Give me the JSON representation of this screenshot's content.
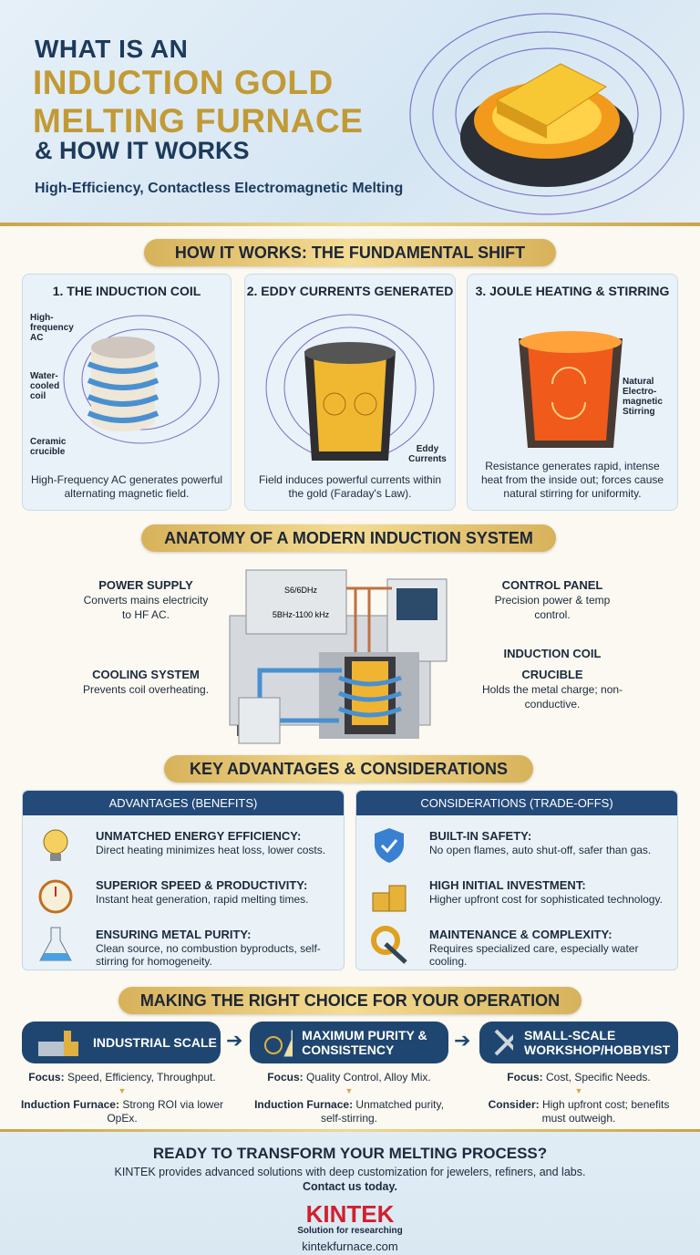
{
  "header": {
    "line1": "WHAT IS AN",
    "line2": "INDUCTION GOLD",
    "line3": "MELTING FURNACE",
    "line4": "& HOW IT WORKS",
    "subtitle": "High-Efficiency, Contactless Electromagnetic Melting"
  },
  "how_it_works": {
    "title": "HOW IT WORKS: THE FUNDAMENTAL SHIFT",
    "cards": [
      {
        "title": "1. THE INDUCTION COIL",
        "labels": [
          "High-frequency AC",
          "Water-cooled coil",
          "Ceramic crucible"
        ],
        "text": "High-Frequency AC generates powerful alternating magnetic field."
      },
      {
        "title": "2. EDDY CURRENTS GENERATED",
        "labels": [
          "Eddy Currents"
        ],
        "text": "Field induces powerful currents within the gold (Faraday's Law)."
      },
      {
        "title": "3. JOULE HEATING & STIRRING",
        "labels": [
          "Natural Electro-magnetic Stirring"
        ],
        "text": "Resistance generates rapid, intense heat from the inside out; forces cause natural stirring for uniformity."
      }
    ]
  },
  "anatomy": {
    "title": "ANATOMY OF A MODERN INDUCTION SYSTEM",
    "power_display": [
      "S6/6DHz",
      "5BHz-1100 kHz"
    ],
    "parts": [
      {
        "name": "POWER SUPPLY",
        "desc": "Converts mains electricity to HF AC."
      },
      {
        "name": "COOLING SYSTEM",
        "desc": "Prevents coil overheating."
      },
      {
        "name": "CONTROL PANEL",
        "desc": "Precision power & temp control."
      },
      {
        "name": "INDUCTION COIL",
        "desc": ""
      },
      {
        "name": "CRUCIBLE",
        "desc": "Holds the metal charge; non-conductive."
      }
    ]
  },
  "advantages": {
    "title": "KEY ADVANTAGES & CONSIDERATIONS",
    "left": {
      "heading": "ADVANTAGES (BENEFITS)",
      "items": [
        {
          "icon": "lightbulb-gear-icon",
          "title": "UNMATCHED ENERGY EFFICIENCY:",
          "text": "Direct heating minimizes heat loss, lower costs."
        },
        {
          "icon": "stopwatch-icon",
          "title": "SUPERIOR SPEED & PRODUCTIVITY:",
          "text": "Instant heat generation, rapid melting times."
        },
        {
          "icon": "flask-icon",
          "title": "ENSURING METAL PURITY:",
          "text": "Clean source, no combustion byproducts, self-stirring for homogeneity."
        }
      ]
    },
    "right": {
      "heading": "CONSIDERATIONS (TRADE-OFFS)",
      "items": [
        {
          "icon": "shield-check-icon",
          "title": "BUILT-IN SAFETY:",
          "text": "No open flames, auto shut-off, safer than gas."
        },
        {
          "icon": "coins-icon",
          "title": "HIGH INITIAL INVESTMENT:",
          "text": "Higher upfront cost for sophisticated technology."
        },
        {
          "icon": "gear-wrench-icon",
          "title": "MAINTENANCE & COMPLEXITY:",
          "text": "Requires specialized care, especially water cooling."
        }
      ]
    }
  },
  "choice": {
    "title": "MAKING THE RIGHT CHOICE FOR YOUR OPERATION",
    "options": [
      {
        "label": "INDUSTRIAL SCALE",
        "focus_label": "Focus:",
        "focus": "Speed, Efficiency, Throughput.",
        "result_label": "Induction Furnace:",
        "result": "Strong ROI via lower OpEx."
      },
      {
        "label": "MAXIMUM PURITY & CONSISTENCY",
        "focus_label": "Focus:",
        "focus": "Quality Control, Alloy Mix.",
        "result_label": "Induction Furnace:",
        "result": "Unmatched purity, self-stirring."
      },
      {
        "label": "SMALL-SCALE WORKSHOP/HOBBYIST",
        "focus_label": "Focus:",
        "focus": "Cost, Specific Needs.",
        "result_label": "Consider:",
        "result": "High upfront cost; benefits must outweigh."
      }
    ]
  },
  "footer": {
    "cta": "READY TO TRANSFORM YOUR MELTING PROCESS?",
    "text": "KINTEK provides advanced solutions with deep customization for jewelers, refiners, and labs.",
    "contact": "Contact us today.",
    "brand": "KINTEK",
    "tagline": "Solution for researching",
    "url": "kintekfurnace.com"
  },
  "colors": {
    "navy": "#1d3a5c",
    "gold": "#c29a35",
    "panel_blue": "#234a78",
    "brand_red": "#d0202e"
  }
}
